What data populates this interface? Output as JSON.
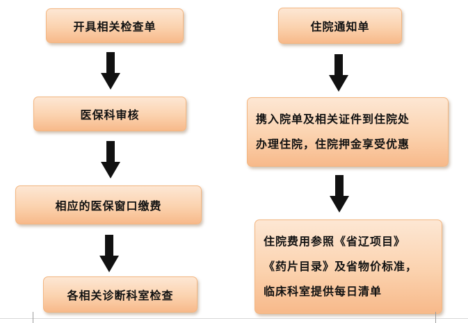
{
  "left_flow": [
    "开具相关检查单",
    "医保科审核",
    "相应的医保窗口缴费",
    "各相关诊断科室检查"
  ],
  "right_flow": [
    {
      "lines": [
        "住院通知单"
      ]
    },
    {
      "lines": [
        "携入院单及相关证件到住院处",
        "办理住院，住院押金享受优惠"
      ]
    },
    {
      "lines": [
        "住院费用参照《省辽项目》",
        "《药片目录》及省物价标准，",
        "临床科室提供每日清单"
      ]
    }
  ],
  "colors": {
    "box_fill_top": "#fde7d4",
    "box_fill_bottom": "#f7b98a",
    "box_border": "#f3b57f",
    "arrow_fill": "#111111"
  }
}
